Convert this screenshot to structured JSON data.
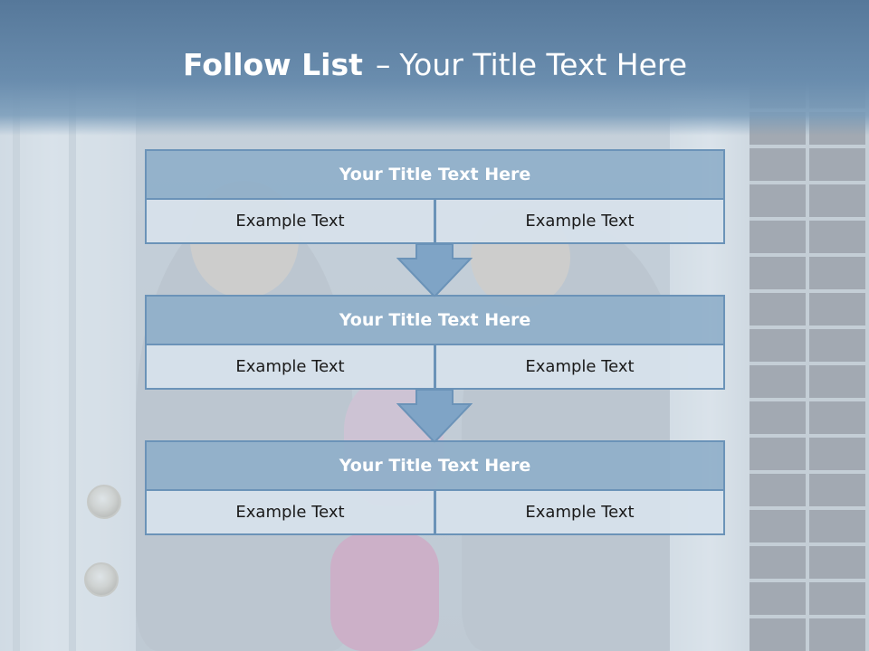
{
  "slide": {
    "title_bold": "Follow List",
    "title_dash": "–",
    "title_rest": "Your Title Text Here"
  },
  "steps": [
    {
      "title": "Your Title Text Here",
      "left": "Example Text",
      "right": "Example Text"
    },
    {
      "title": "Your Title Text Here",
      "left": "Example Text",
      "right": "Example Text"
    },
    {
      "title": "Your Title Text Here",
      "left": "Example Text",
      "right": "Example Text"
    }
  ],
  "colors": {
    "title_bar": "#6a8dae",
    "box_title_fill": "#8eaec9",
    "box_cell_fill": "#d7e2ec",
    "box_border": "#6b93b8",
    "arrow_fill": "#7fa4c6"
  }
}
